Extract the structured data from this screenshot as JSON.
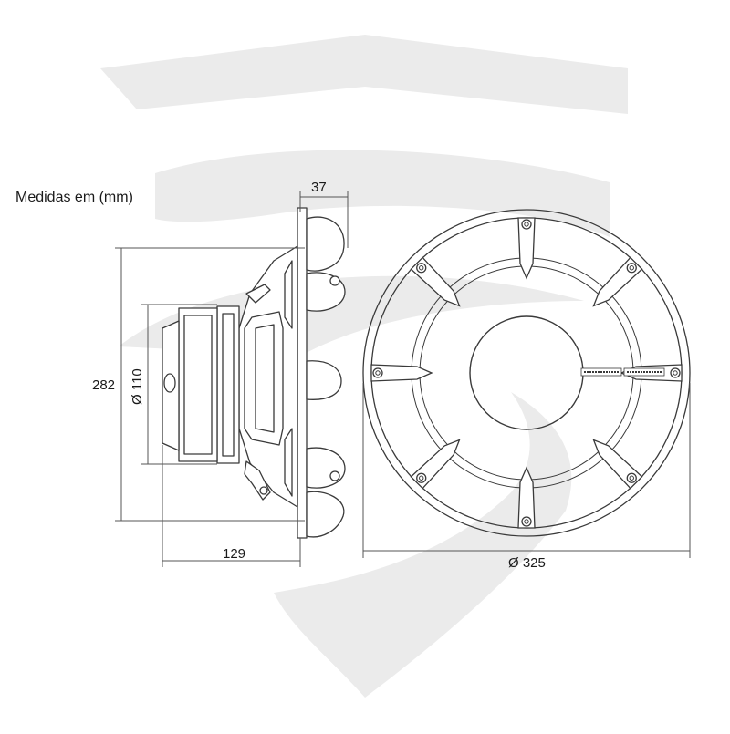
{
  "title": "Medidas em (mm)",
  "dimensions": {
    "depth_flange": "37",
    "height": "282",
    "magnet_diameter": "Ø 110",
    "mount_depth": "129",
    "outer_diameter": "Ø 325"
  },
  "colors": {
    "line": "#3a3a3a",
    "watermark": "#ececec",
    "dim_line": "#555555"
  },
  "icons": {
    "watermark": "shield-logo-icon",
    "side_view": "speaker-side-view-icon",
    "front_view": "speaker-front-view-icon"
  }
}
